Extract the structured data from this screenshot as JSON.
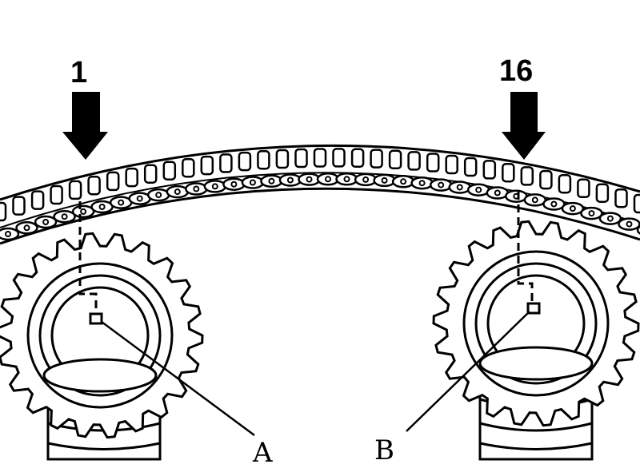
{
  "markers": {
    "first_link": "1",
    "last_link": "16"
  },
  "callouts": {
    "left_mark": "A",
    "right_mark": "B"
  },
  "colors": {
    "ink": "#000000",
    "paper": "#ffffff"
  },
  "icons": {
    "arrow": "down-arrow-icon",
    "sprocket": "gear-icon"
  }
}
